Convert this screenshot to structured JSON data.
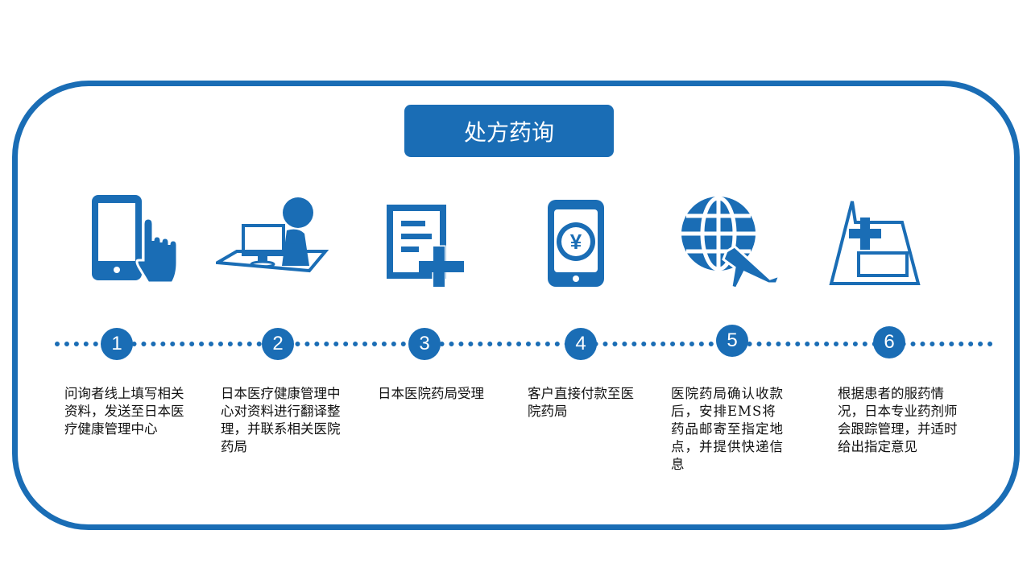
{
  "title": "处方药询",
  "accent_color": "#1a6db5",
  "steps": [
    {
      "number": "1",
      "icon": "tablet-touch-icon",
      "text": "问询者线上填写相关资料，发送至日本医疗健康管理中心"
    },
    {
      "number": "2",
      "icon": "person-computer-icon",
      "text": "日本医疗健康管理中心对资料进行翻译整理，并联系相关医院药局"
    },
    {
      "number": "3",
      "icon": "document-add-icon",
      "text": "日本医院药局受理"
    },
    {
      "number": "4",
      "icon": "phone-yen-payment-icon",
      "text": "客户直接付款至医院药局"
    },
    {
      "number": "5",
      "icon": "globe-airplane-icon",
      "text": "医院药局确认收款后，安排EMS将药品邮寄至指定地点，并提供快递信息"
    },
    {
      "number": "6",
      "icon": "medical-bag-icon",
      "text": "根据患者的服药情况，日本专业药剂师会跟踪管理，并适时给出指定意见"
    }
  ]
}
